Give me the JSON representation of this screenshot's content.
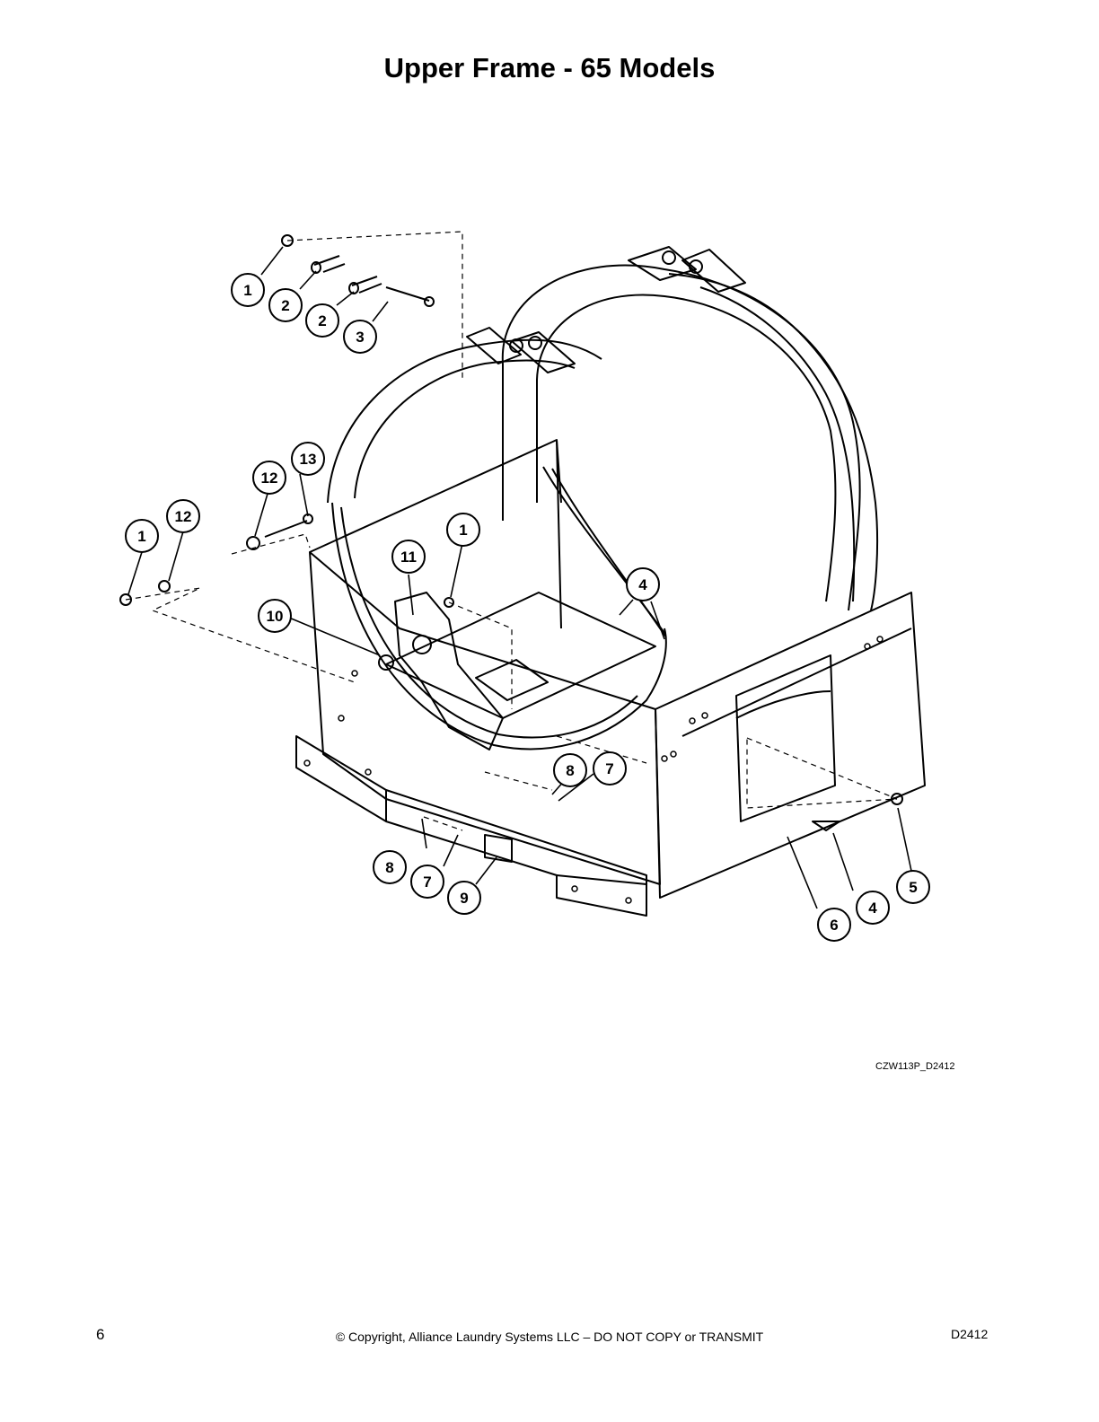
{
  "page": {
    "title": "Upper Frame - 65 Models",
    "drawing_id": "CZW113P_D2412",
    "page_number": "6",
    "copyright": "© Copyright, Alliance Laundry Systems LLC – DO NOT COPY or TRANSMIT",
    "doc_number": "D2412"
  },
  "callouts": [
    "1",
    "2",
    "2",
    "3",
    "13",
    "12",
    "12",
    "1",
    "11",
    "1",
    "10",
    "4",
    "8",
    "7",
    "8",
    "7",
    "9",
    "6",
    "4",
    "5"
  ]
}
